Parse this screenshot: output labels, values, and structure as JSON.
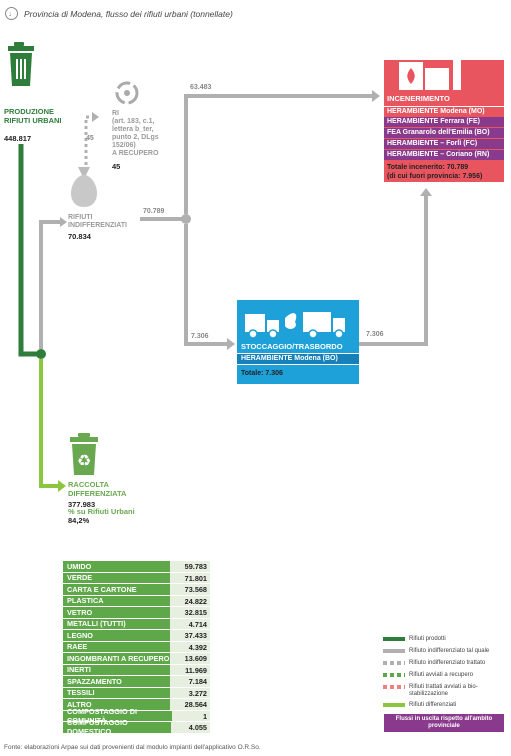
{
  "title": "Provincia di Modena, flusso dei rifiuti urbani (tonnellate)",
  "production": {
    "label": "PRODUZIONE RIFIUTI URBANI",
    "value": "448.817"
  },
  "ri": {
    "label_lines": [
      "RI",
      "(art. 183, c.1,",
      "lettera b_ter,",
      "punto 2, DLgs",
      "152/06)",
      "A RECUPERO"
    ],
    "value": "45"
  },
  "ri_flow_label": "45",
  "indiff": {
    "label_lines": [
      "RIFIUTI",
      "INDIFFERENZIATI"
    ],
    "value": "70.834"
  },
  "flows": {
    "to_incen": "63.483",
    "indiff_total": "70.789",
    "to_stock": "7.306",
    "stock_to_incen": "7.306"
  },
  "incenerimento": {
    "title": "INCENERIMENTO",
    "rows": [
      "HERAMBIENTE Modena (MO)",
      "HERAMBIENTE Ferrara (FE)",
      "FEA Granarolo dell'Emilia (BO)",
      "HERAMBIENTE – Forlì (FC)",
      "HERAMBIENTE – Coriano (RN)"
    ],
    "total_lines": [
      "Totale incenerito: 70.789",
      "(di cui fuori provincia: 7.956)"
    ]
  },
  "stoccaggio": {
    "title": "STOCCAGGIO/TRASBORDO",
    "row": "HERAMBIENTE Modena (BO)",
    "total": "Totale: 7.306"
  },
  "differenziata": {
    "label_lines": [
      "RACCOLTA",
      "DIFFERENZIATA"
    ],
    "value": "377.983",
    "pct_label": "% su Rifiuti Urbani",
    "pct": "84,2%"
  },
  "materials": [
    {
      "name": "UMIDO",
      "value": "59.783"
    },
    {
      "name": "VERDE",
      "value": "71.801"
    },
    {
      "name": "CARTA E CARTONE",
      "value": "73.568"
    },
    {
      "name": "PLASTICA",
      "value": "24.822"
    },
    {
      "name": "VETRO",
      "value": "32.815"
    },
    {
      "name": "METALLI (TUTTI)",
      "value": "4.714"
    },
    {
      "name": "LEGNO",
      "value": "37.433"
    },
    {
      "name": "RAEE",
      "value": "4.392"
    },
    {
      "name": "INGOMBRANTI A RECUPERO",
      "value": "13.609"
    },
    {
      "name": "INERTI",
      "value": "11.969"
    },
    {
      "name": "SPAZZAMENTO",
      "value": "7.184"
    },
    {
      "name": "TESSILI",
      "value": "3.272"
    },
    {
      "name": "ALTRO",
      "value": "28.564"
    },
    {
      "name": "COMPOSTAGGIO DI COMUNITÀ",
      "value": "1"
    },
    {
      "name": "COMPOSTAGGIO DOMESTICO",
      "value": "4.055"
    }
  ],
  "legend": [
    {
      "label": "Rifiuti prodotti",
      "color": "#2e7d3b",
      "style": "solid"
    },
    {
      "label": "Rifiuto indifferenziato tal quale",
      "color": "#b0b0b0",
      "style": "solid"
    },
    {
      "label": "Rifiuto indifferenziato trattato",
      "color": "#b0b0b0",
      "style": "dots"
    },
    {
      "label": "Rifiuti avviati a recupero",
      "color": "#5fa84a",
      "style": "dots"
    },
    {
      "label": "Rifiuti trattati avviati a bio-stabilizzazione",
      "color": "#f08080",
      "style": "dots"
    },
    {
      "label": "Rifiuti differenziati",
      "color": "#8cc63f",
      "style": "solid"
    }
  ],
  "legend_purple": "Flussi in uscita rispetto all'ambito provinciale",
  "footer": "Fonte: elaborazioni Arpae sui dati provenienti dal modulo impianti dell'applicativo O.R.So."
}
